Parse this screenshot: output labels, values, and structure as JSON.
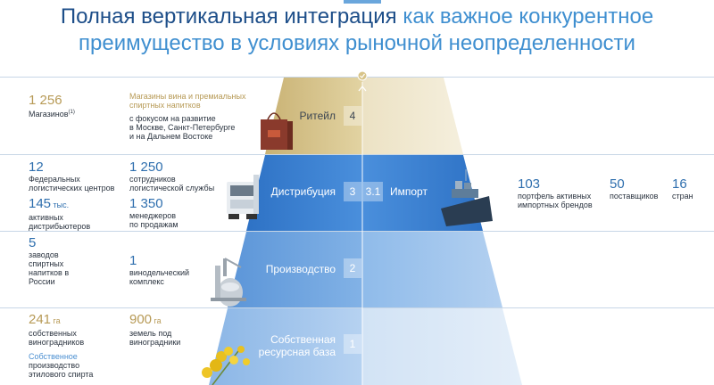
{
  "header": {
    "title_main": "Полная вертикальная интеграция",
    "title_accent": " как важное конкурентное",
    "title_line2": "преимущество в условиях рыночной неопределенности"
  },
  "tiers": {
    "retail": {
      "label": "Ритейл",
      "num": "4"
    },
    "distribution": {
      "label": "Дистрибуция",
      "num": "3"
    },
    "import": {
      "label": "Импорт",
      "num": "3.1"
    },
    "production": {
      "label": "Производство",
      "num": "2"
    },
    "base": {
      "label_line1": "Собственная",
      "label_line2": "ресурсная база",
      "num": "1"
    }
  },
  "retail_stats": {
    "stores_num": "1 256",
    "stores_label": "Магазинов",
    "stores_sup": "(1)",
    "segment_line1": "Магазины вина и премиальных",
    "segment_line2": "спиртных напитков",
    "focus_line1": "с фокусом на развитие",
    "focus_line2": "в Москве, Санкт-Петербурге",
    "focus_line3": "и на Дальнем Востоке"
  },
  "distribution_stats": {
    "centers_num": "12",
    "centers_line1": "Федеральных",
    "centers_line2": "логистических центров",
    "distributors_num": "145",
    "distributors_unit": " тыс.",
    "distributors_line1": "активных",
    "distributors_line2": "дистрибьютеров",
    "staff_num": "1 250",
    "staff_line1": "сотрудников",
    "staff_line2": "логистической службы",
    "managers_num": "1 350",
    "managers_line1": "менеджеров",
    "managers_line2": "по продажам"
  },
  "import_stats": {
    "brands_num": "103",
    "brands_line1": "портфель активных",
    "brands_line2": "импортных брендов",
    "suppliers_num": "50",
    "suppliers_label": "поставщиков",
    "countries_num": "16",
    "countries_label": "стран"
  },
  "production_stats": {
    "plants_num": "5",
    "plants_line1": "заводов",
    "plants_line2": "спиртных",
    "plants_line3": "напитков в",
    "plants_line4": "России",
    "winery_num": "1",
    "winery_line1": "винодельческий",
    "winery_line2": "комплекс"
  },
  "base_stats": {
    "vineyards_num": "241",
    "vineyards_unit": " га",
    "vineyards_line1": "собственных",
    "vineyards_line2": "виноградников",
    "land_num": "900",
    "land_unit": " га",
    "land_line1": "земель под",
    "land_line2": "виноградники",
    "own_line1": "Собственное",
    "own_line2": "производство",
    "own_line3": "этилового спирта"
  },
  "colors": {
    "retail": "#d8c489",
    "distribution": "#3b82d6",
    "production": "#6fa3de",
    "base": "#9fc3ea",
    "import": "#3b82d6"
  }
}
